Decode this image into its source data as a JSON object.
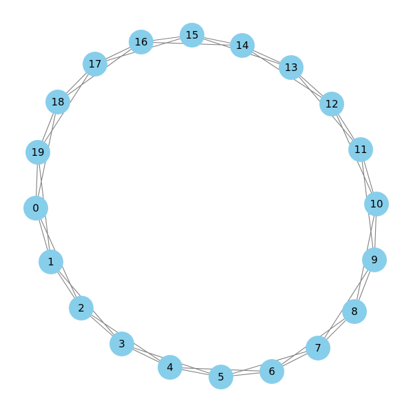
{
  "graph": {
    "type": "circular-graph",
    "node_color": "#87CEEB",
    "edge_color": "#808080",
    "label_color": "#000000",
    "nodes": [
      "0",
      "1",
      "2",
      "3",
      "4",
      "5",
      "6",
      "7",
      "8",
      "9",
      "10",
      "11",
      "12",
      "13",
      "14",
      "15",
      "16",
      "17",
      "18",
      "19"
    ],
    "edges": [
      [
        "0",
        "1"
      ],
      [
        "1",
        "2"
      ],
      [
        "2",
        "3"
      ],
      [
        "3",
        "4"
      ],
      [
        "4",
        "5"
      ],
      [
        "5",
        "6"
      ],
      [
        "6",
        "7"
      ],
      [
        "7",
        "8"
      ],
      [
        "8",
        "9"
      ],
      [
        "9",
        "10"
      ],
      [
        "10",
        "11"
      ],
      [
        "11",
        "12"
      ],
      [
        "12",
        "13"
      ],
      [
        "13",
        "14"
      ],
      [
        "14",
        "15"
      ],
      [
        "15",
        "16"
      ],
      [
        "16",
        "17"
      ],
      [
        "17",
        "18"
      ],
      [
        "18",
        "19"
      ],
      [
        "19",
        "0"
      ],
      [
        "0",
        "2"
      ],
      [
        "1",
        "3"
      ],
      [
        "2",
        "4"
      ],
      [
        "3",
        "5"
      ],
      [
        "4",
        "6"
      ],
      [
        "5",
        "7"
      ],
      [
        "6",
        "8"
      ],
      [
        "7",
        "9"
      ],
      [
        "8",
        "10"
      ],
      [
        "9",
        "11"
      ],
      [
        "10",
        "12"
      ],
      [
        "11",
        "13"
      ],
      [
        "12",
        "14"
      ],
      [
        "13",
        "15"
      ],
      [
        "14",
        "16"
      ],
      [
        "15",
        "17"
      ],
      [
        "16",
        "18"
      ],
      [
        "17",
        "19"
      ],
      [
        "18",
        "0"
      ],
      [
        "19",
        "1"
      ]
    ]
  }
}
